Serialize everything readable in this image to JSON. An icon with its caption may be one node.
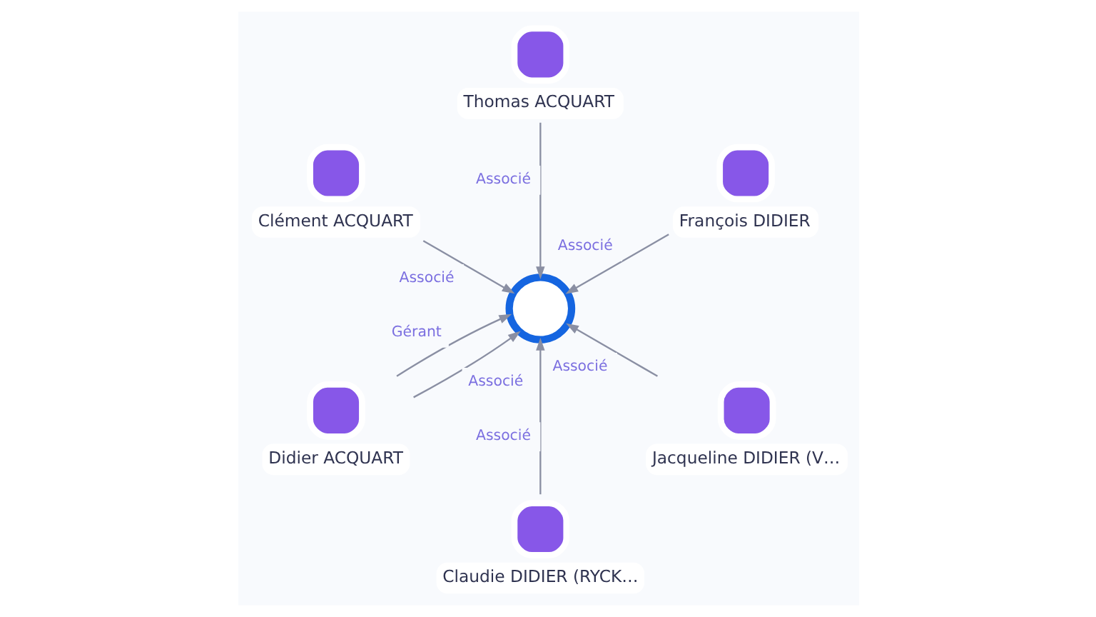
{
  "diagram": {
    "nodes": [
      {
        "text": [
          "Clément ACQUART"
        ]
      },
      {
        "text": [
          "Thomas ACQUART"
        ]
      },
      {
        "text": [
          "Didier ACQUART"
        ]
      },
      {
        "text": [],
        "shape": "pin"
      },
      {
        "text": [
          "François DIDIER"
        ]
      },
      {
        "text": [
          "Claudie DIDIER (RYCK…"
        ]
      },
      {
        "text": [
          "Jacqueline DIDIER (V…"
        ]
      }
    ],
    "edges": [
      {
        "from": 0,
        "to": 3,
        "arrow": "to",
        "label": "Associé"
      },
      {
        "from": 1,
        "to": 3,
        "arrow": "to",
        "label": "Associé"
      },
      {
        "from": 2,
        "to": 3,
        "arrow": "to",
        "label": "Gérant"
      },
      {
        "from": 2,
        "to": 3,
        "arrow": "to",
        "label": "Associé"
      },
      {
        "from": 4,
        "to": 3,
        "arrow": "to",
        "label": "Associé"
      },
      {
        "from": 5,
        "to": 3,
        "arrow": "to",
        "label": "Associé"
      },
      {
        "from": 6,
        "to": 3,
        "arrow": "to",
        "label": "Associé"
      }
    ]
  }
}
